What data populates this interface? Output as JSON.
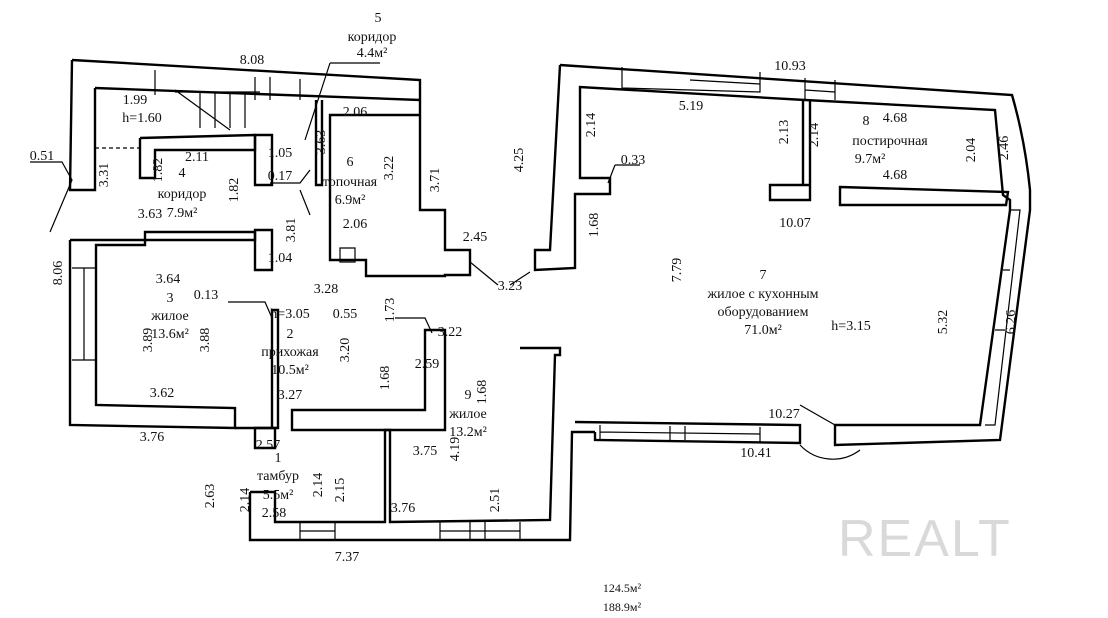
{
  "rooms": [
    {
      "number": "1",
      "name": "тамбур",
      "area": "5.5м²"
    },
    {
      "number": "2",
      "name": "прихожая",
      "area": "10.5м²"
    },
    {
      "number": "3",
      "name": "жилое",
      "area": "13.6м²"
    },
    {
      "number": "4",
      "name": "коридор",
      "area": "7.9м²"
    },
    {
      "number": "5",
      "name": "коридор",
      "area": "4.4м²"
    },
    {
      "number": "6",
      "name": "топочная",
      "area": "6.9м²"
    },
    {
      "number": "7",
      "name": "жилое с кухонным",
      "name2": "оборудованием",
      "area": "71.0м²"
    },
    {
      "number": "8",
      "name": "постирочная",
      "area": "9.7м²"
    },
    {
      "number": "9",
      "name": "жилое",
      "area": "13.2м²"
    }
  ],
  "heights": [
    "h=1.60",
    "h=3.05",
    "h=3.15"
  ],
  "dims": [
    "8.08",
    "1.99",
    "0.51",
    "3.31",
    "2.11",
    "1.82",
    "1.82",
    "3.63",
    "1.05",
    "3.63",
    "2.06",
    "0.17",
    "3.22",
    "3.71",
    "2.06",
    "3.81",
    "1.04",
    "3.28",
    "2.45",
    "3.23",
    "4.25",
    "8.06",
    "3.64",
    "0.13",
    "3.89",
    "3.88",
    "3.62",
    "3.76",
    "0.55",
    "1.73",
    "3.20",
    "3.22",
    "2.59",
    "1.68",
    "3.27",
    "1.68",
    "4.19",
    "3.75",
    "2.57",
    "2.14",
    "2.15",
    "2.14",
    "2.63",
    "2.58",
    "3.76",
    "7.37",
    "2.51",
    "10.93",
    "5.19",
    "2.14",
    "2.13",
    "2.14",
    "4.68",
    "4.68",
    "2.04",
    "2.46",
    "0.33",
    "1.68",
    "10.07",
    "7.79",
    "5.32",
    "6.26",
    "10.27",
    "10.41"
  ],
  "totals": [
    "124.5м²",
    "188.9м²"
  ],
  "watermark": "REALT"
}
